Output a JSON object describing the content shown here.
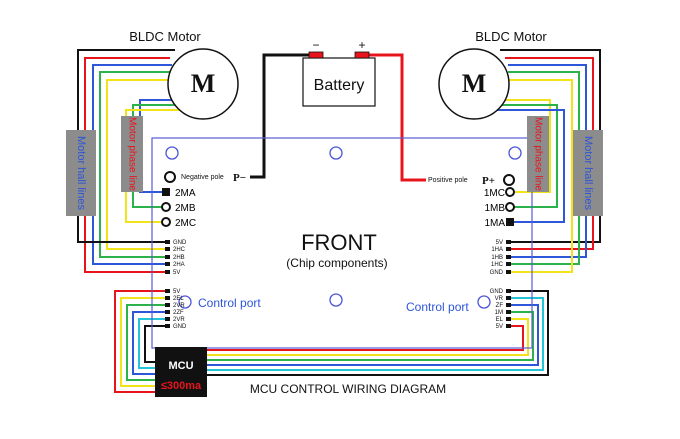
{
  "motor_left": {
    "title": "BLDC Motor",
    "symbol": "M"
  },
  "motor_right": {
    "title": "BLDC Motor",
    "symbol": "M"
  },
  "battery": {
    "label": "Battery",
    "negative_sign": "−",
    "positive_sign": "+"
  },
  "board": {
    "title": "FRONT",
    "subtitle": "(Chip components)",
    "negative_pole_label": "Negative pole",
    "negative_pole_pin": "P−",
    "positive_pole_label": "Positive pole",
    "positive_pole_pin": "P+",
    "left_phase_pins": [
      "2MA",
      "2MB",
      "2MC"
    ],
    "right_phase_pins": [
      "1MC",
      "1MB",
      "1MA"
    ],
    "left_hall_pins": [
      "GND",
      "2HC",
      "2HB",
      "2HA",
      "5V"
    ],
    "right_hall_pins": [
      "5V",
      "1HA",
      "1HB",
      "1HC",
      "GND"
    ],
    "left_control_pins": [
      "5V",
      "2EL",
      "2VR",
      "2ZF",
      "2VR",
      "GND"
    ],
    "right_control_pins": [
      "GND",
      "VR",
      "ZF",
      "1M",
      "EL",
      "5V"
    ],
    "left_control_label": "Control port",
    "right_control_label": "Control port"
  },
  "side_labels": {
    "left_hall": "Motor hall lines",
    "left_phase": "Motor phase line",
    "right_phase": "Motor phase line",
    "right_hall": "Motor hall lines"
  },
  "mcu": {
    "label": "MCU",
    "current": "≤300ma"
  },
  "caption": "MCU CONTROL WIRING DIAGRAM",
  "colors": {
    "board_outline": "#5b5bd6",
    "hole": "#4a55d8",
    "wire_red": "#e8141c",
    "wire_black": "#111111",
    "wire_green": "#2bb24a",
    "wire_yellow": "#f2e21a",
    "wire_blue": "#2d56d8",
    "wire_cyan": "#22c4d8",
    "hall_box": "#8c8c8c",
    "phase_label": "#e8141c",
    "hall_label": "#2d56d8"
  }
}
